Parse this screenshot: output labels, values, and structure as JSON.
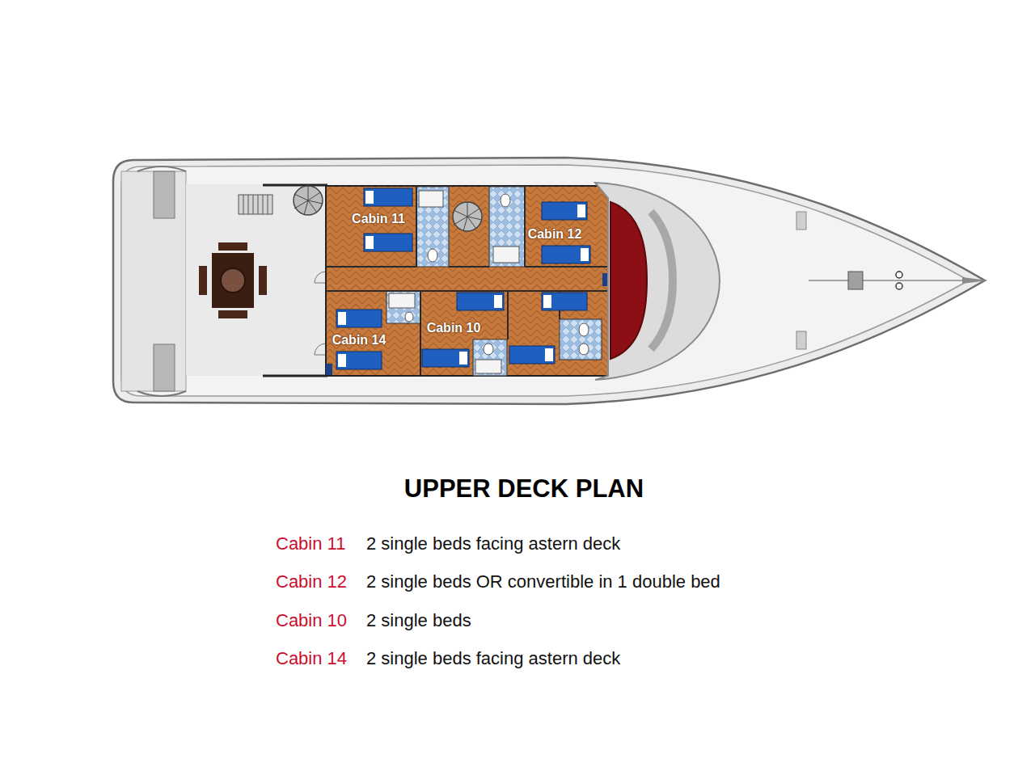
{
  "diagram": {
    "title": "UPPER DECK PLAN",
    "nodes": [
      {
        "text": [
          "Cabin 11"
        ]
      },
      {
        "text": [
          "Cabin 12"
        ]
      },
      {
        "text": [
          "Cabin 14"
        ]
      },
      {
        "text": [
          "Cabin 10"
        ]
      }
    ],
    "labels": [
      "Cabin 11",
      "2 single beds facing astern deck",
      "Cabin 12",
      "2 single beds OR convertible in 1 double bed",
      "Cabin 10",
      "2 single beds",
      "Cabin 14",
      "2 single beds facing astern deck"
    ]
  }
}
